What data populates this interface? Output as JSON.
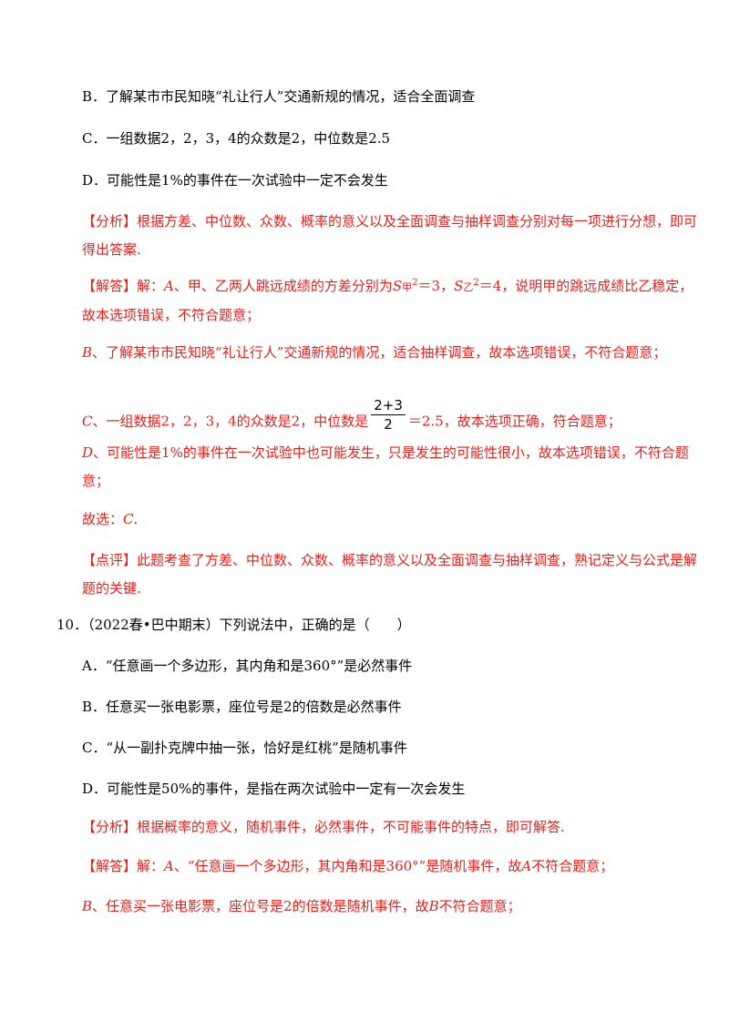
{
  "q9": {
    "option_b": "B．了解某市市民知晓“礼让行人”交通新规的情况，适合全面调查",
    "option_c": "C．一组数据2，2，3，4的众数是2，中位数是2.5",
    "option_d": "D．可能性是1%的事件在一次试验中一定不会发生",
    "analysis_tag": "【分析】",
    "analysis_line1": "根据方差、中位数、众数、概率的意义以及全面调查与抽样调查分别对每一项进行分想，即可",
    "analysis_line2": "得出答案.",
    "answer_tag": "【解答】",
    "answer_a_prefix": "解：",
    "answer_a_letter": "A",
    "answer_a_text1": "、甲、乙两人跳远成绩的方差分别为",
    "s_symbol": "S",
    "s_jia_sub": "甲",
    "s_sup": "2",
    "s_jia_val": "＝3，",
    "s_yi_sub": "乙",
    "s_yi_val": "＝4，说明甲的跳远成绩比乙稳定，",
    "answer_a_line2": "故本选项错误，不符合题意；",
    "answer_b_letter": "B",
    "answer_b_text": "、了解某市市民知晓“礼让行人”交通新规的情况，适合抽样调查，故本选项错误，不符合题意；",
    "answer_c_letter": "C",
    "answer_c_text1": "、一组数据2，2，3，4的众数是2，中位数是",
    "frac_num": "2+3",
    "frac_den": "2",
    "answer_c_text2": "＝2.5，故本选项正确，符合题意；",
    "answer_d_letter": "D",
    "answer_d_text1": "、可能性是1%的事件在一次试验中也可能发生，只是发生的可能性很小，故本选项错误，不符合题",
    "answer_d_line2": "意；",
    "choice_prefix": "故选：",
    "choice_letter": "C",
    "choice_end": ".",
    "comment_tag": "【点评】",
    "comment_line1": "此题考查了方差、中位数、众数、概率的意义以及全面调查与抽样调查，熟记定义与公式是解",
    "comment_line2": "题的关键."
  },
  "q10": {
    "stem": "10．（2022春•巴中期末）下列说法中，正确的是（　　）",
    "option_a": "A．“任意画一个多边形，其内角和是360°”是必然事件",
    "option_b": "B．任意买一张电影票，座位号是2的倍数是必然事件",
    "option_c": "C．“从一副扑克牌中抽一张，恰好是红桃”是随机事件",
    "option_d": "D．可能性是50%的事件，是指在两次试验中一定有一次会发生",
    "analysis_tag": "【分析】",
    "analysis_text": "根据概率的意义，随机事件，必然事件，不可能事件的特点，即可解答.",
    "answer_tag": "【解答】",
    "answer_a_prefix": "解：",
    "answer_a_letter": "A",
    "answer_a_text": "、“任意画一个多边形，其内角和是360°”是随机事件，故",
    "answer_a_letter2": "A",
    "answer_a_end": "不符合题意；",
    "answer_b_letter": "B",
    "answer_b_text": "、任意买一张电影票，座位号是2的倍数是随机事件，故",
    "answer_b_letter2": "B",
    "answer_b_end": "不符合题意；"
  }
}
